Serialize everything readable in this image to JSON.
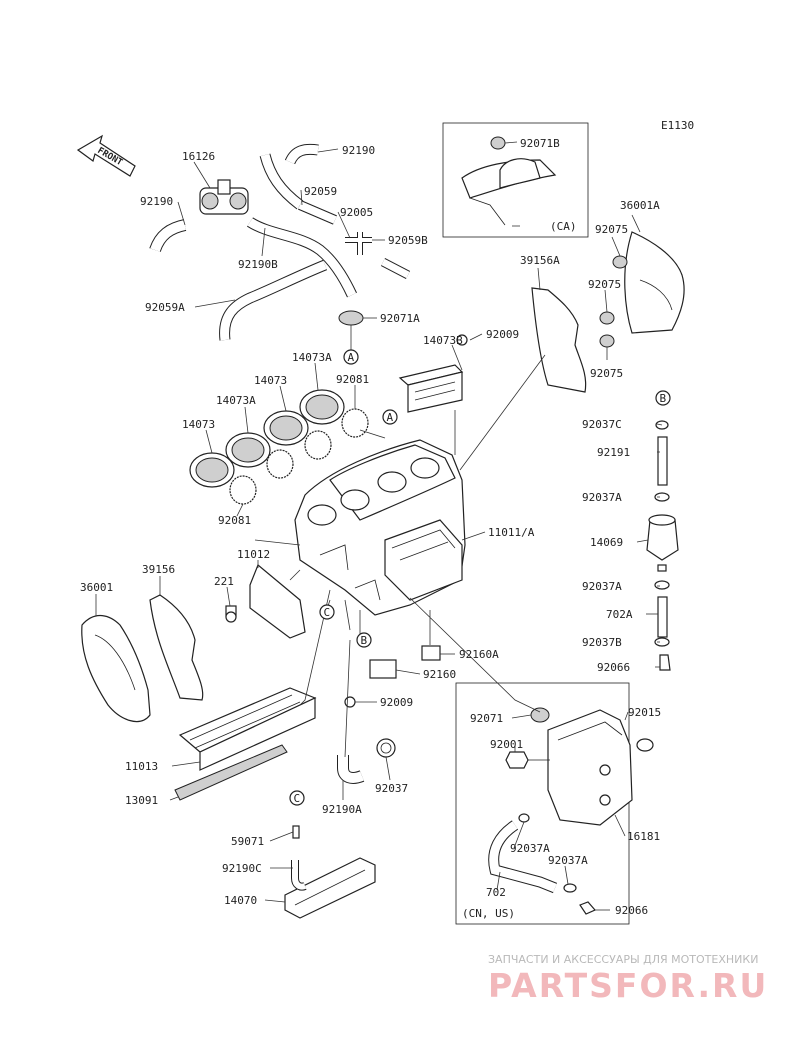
{
  "diagram_code": "E1130",
  "front_label": "FRONT",
  "inset_ca_label": "(CA)",
  "inset_cnus_label": "(CN, US)",
  "callouts": [
    "A",
    "A",
    "B",
    "B",
    "C",
    "C"
  ],
  "part_labels": [
    "16126",
    "92190",
    "92190",
    "92059",
    "92005",
    "92059B",
    "92190B",
    "92059A",
    "92071A",
    "92071B",
    "36001A",
    "92075",
    "92075",
    "92075",
    "39156A",
    "92009",
    "14073B",
    "14073A",
    "14073",
    "92081",
    "14073A",
    "14073",
    "92081",
    "11011/A",
    "11012",
    "221",
    "39156",
    "36001",
    "92037C",
    "92191",
    "92037A",
    "14069",
    "92037A",
    "702A",
    "92037B",
    "92066",
    "92160A",
    "92160",
    "92009",
    "11013",
    "13091",
    "92037",
    "92190A",
    "59071",
    "92190C",
    "14070",
    "92071",
    "92015",
    "92001",
    "16181",
    "92037A",
    "92037A",
    "702",
    "92066"
  ],
  "watermark": {
    "line1": "ЗАПЧАСТИ И АКСЕССУАРЫ ДЛЯ МОТОТЕХНИКИ",
    "line2": "PARTSFOR.RU"
  }
}
